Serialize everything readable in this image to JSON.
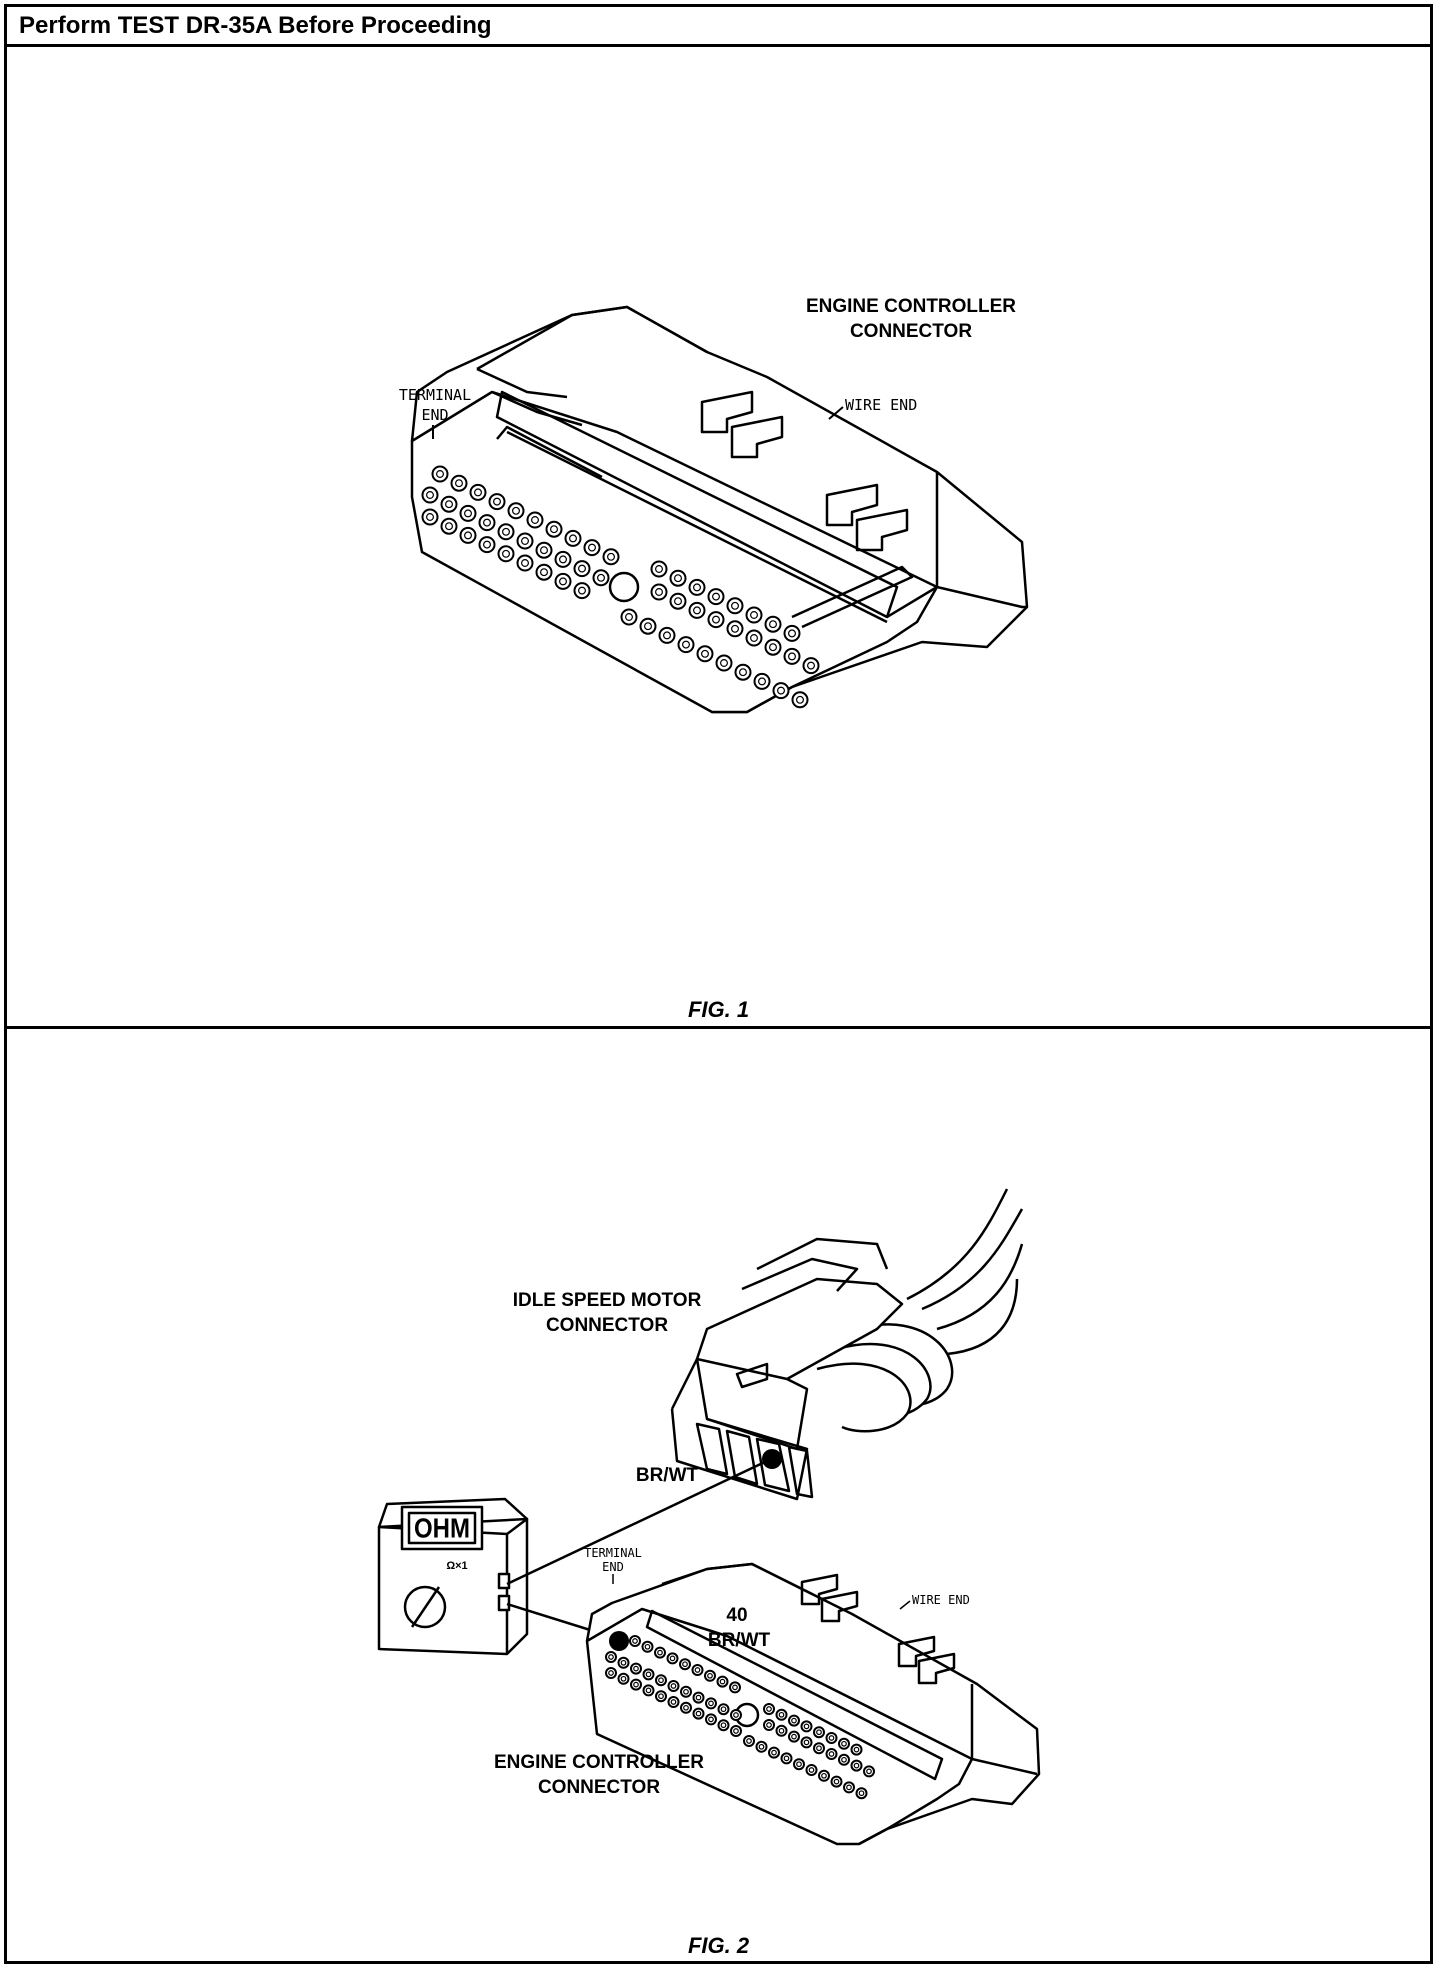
{
  "header": {
    "title": "Perform TEST DR-35A Before Proceeding"
  },
  "fig1": {
    "caption": "FIG. 1",
    "label_connector_line1": "ENGINE CONTROLLER",
    "label_connector_line2": "CONNECTOR",
    "label_terminal_line1": "TERMINAL",
    "label_terminal_line2": "END",
    "label_wire_end": "WIRE END"
  },
  "fig2": {
    "caption": "FIG. 2",
    "label_idle_line1": "IDLE SPEED MOTOR",
    "label_idle_line2": "CONNECTOR",
    "label_wire_color": "BR/WT",
    "label_pin_number": "40",
    "label_pin_color": "BR/WT",
    "label_connector_line1": "ENGINE CONTROLLER",
    "label_connector_line2": "CONNECTOR",
    "label_terminal_line1": "TERMINAL",
    "label_terminal_line2": "END",
    "label_wire_end": "WIRE END",
    "meter_display": "OHM",
    "meter_range": "Ω×1"
  }
}
